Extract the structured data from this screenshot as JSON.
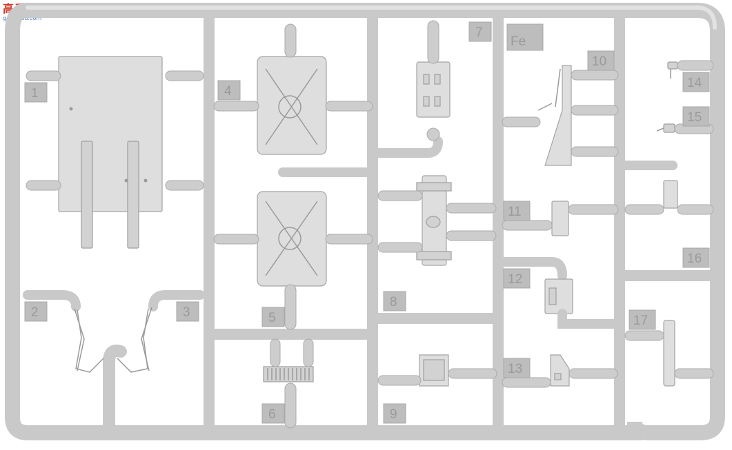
{
  "watermark": {
    "logo_text": "高手网",
    "site_url": "gao.shou.com"
  },
  "sprue": {
    "letter": "Fe",
    "labels": [
      "1",
      "2",
      "3",
      "4",
      "5",
      "6",
      "7",
      "8",
      "9",
      "10",
      "11",
      "12",
      "13",
      "14",
      "15",
      "16",
      "17"
    ]
  },
  "colors": {
    "plastic": "#c9c9c9",
    "label_tag": "#bdbdbd",
    "label_text": "#9a9a9a",
    "background": "#ffffff"
  }
}
